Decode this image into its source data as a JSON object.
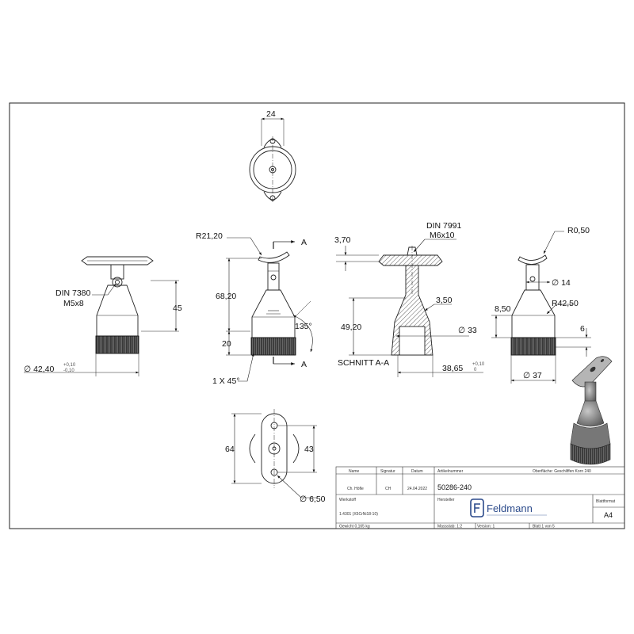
{
  "dimensions": {
    "top_width": "24",
    "din7380": "DIN 7380",
    "m5x8": "M5x8",
    "h45": "45",
    "d4240": "∅ 42,40",
    "tol_plus": "+0,10",
    "tol_minus": "-0,10",
    "r2120": "R21,20",
    "sec_a": "A",
    "h6820": "68,20",
    "h20": "20",
    "ang135": "135°",
    "chamfer": "1 X 45°",
    "sec_a2": "A",
    "din7991": "DIN 7991",
    "m6x10": "M6x10",
    "t370": "3,70",
    "r350": "3,50",
    "h4920": "49,20",
    "d33": "∅ 33",
    "section": "SCHNITT A-A",
    "w3865": "38,65",
    "tol_plus2": "+0,10",
    "tol_zero": "0",
    "r050": "R0,50",
    "d14": "∅ 14",
    "h850": "8,50",
    "r4250": "R42,50",
    "w6": "6",
    "d37": "∅ 37",
    "h64": "64",
    "h43": "43",
    "d650": "∅ 6,50"
  },
  "title_block": {
    "col_name": "Name",
    "col_signatur": "Signatur",
    "col_datum": "Datum",
    "artikelnummer_label": "Artikelnummer",
    "oberflaeche": "Oberfläche:  Geschliffen Korn 240",
    "name": "Ch. Höfle",
    "signatur": "CH",
    "datum": "24.04.2022",
    "artikelnummer": "50286-240",
    "werkstoff_label": "Werkstoff",
    "hersteller_label": "Hersteller",
    "blattformat_label": "Blattformat",
    "werkstoff": "1.4301 (X5CrNi18-10)",
    "blattformat": "A4",
    "company": "Feldmann",
    "gewicht": "Gewicht 0,165 kg",
    "massstab": "Massstab: 1:2",
    "version": "Version: 1",
    "blatt": "Blatt 1 von 5"
  }
}
